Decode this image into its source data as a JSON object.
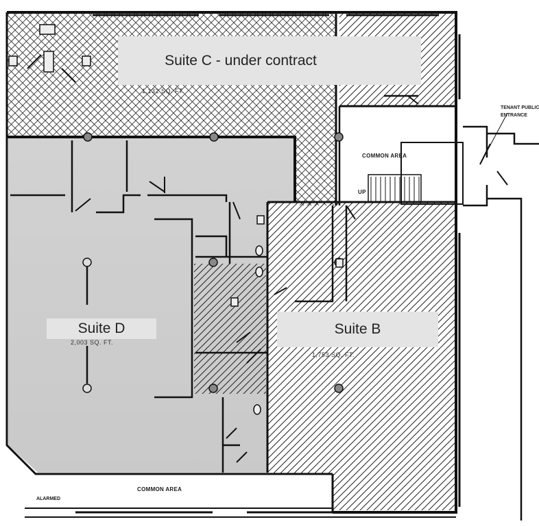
{
  "suites": {
    "c": {
      "label": "Suite C - under contract",
      "area": "1,132 SQ. FT."
    },
    "d": {
      "label": "Suite D",
      "area": "2,003 SQ. FT."
    },
    "b": {
      "label": "Suite B",
      "area": "1,753 SQ. FT."
    }
  },
  "labels": {
    "common_area_top": "COMMON AREA",
    "common_area_bottom": "COMMON AREA",
    "up": "UP",
    "alarmed": "ALARMED",
    "tenant_entrance_line1": "TENANT PUBLIC",
    "tenant_entrance_line2": "ENTRANCE"
  },
  "colors": {
    "suite_d_fill": "#cfcfcf",
    "label_box_fill": "#e4e4e4",
    "wall": "#111111"
  }
}
